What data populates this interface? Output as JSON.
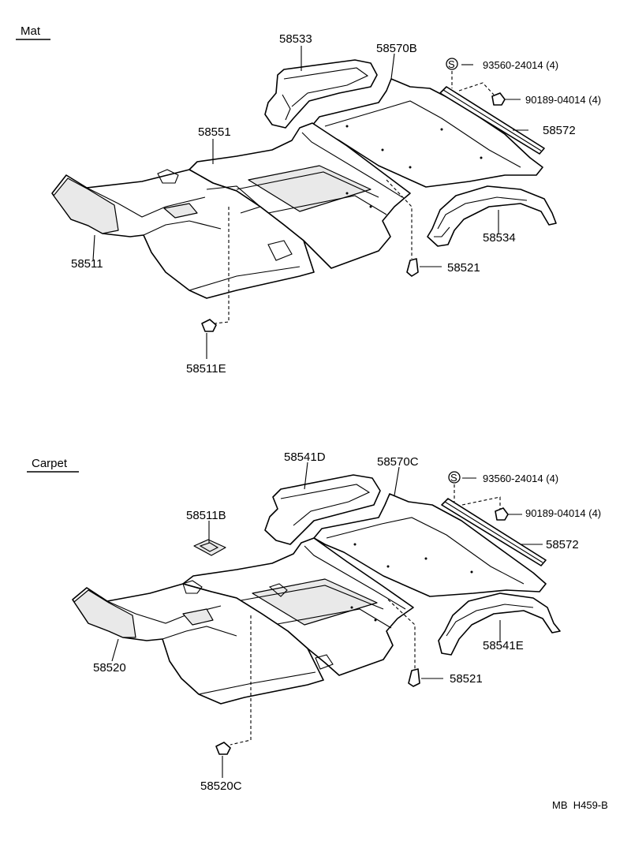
{
  "sections": {
    "mat": {
      "title": "Mat",
      "parts": {
        "mat_front": "58511",
        "mat_clip": "58511E",
        "mat_center": "58551",
        "mat_console": "58533",
        "mat_rear": "58570B",
        "screw": "93560-24014 (4)",
        "nut": "90189-04014 (4)",
        "retainer": "58572",
        "wheelhouse": "58534",
        "fastener": "58521",
        "screw_symbol": "S"
      }
    },
    "carpet": {
      "title": "Carpet",
      "parts": {
        "carpet_front": "58520",
        "carpet_clip": "58520C",
        "carpet_pad": "58511B",
        "carpet_console": "58541D",
        "carpet_rear": "58570C",
        "screw": "93560-24014 (4)",
        "nut": "90189-04014 (4)",
        "retainer": "58572",
        "wheelhouse": "58541E",
        "fastener": "58521",
        "screw_symbol": "S"
      }
    }
  },
  "footer": {
    "code": "MB  H459-B"
  }
}
